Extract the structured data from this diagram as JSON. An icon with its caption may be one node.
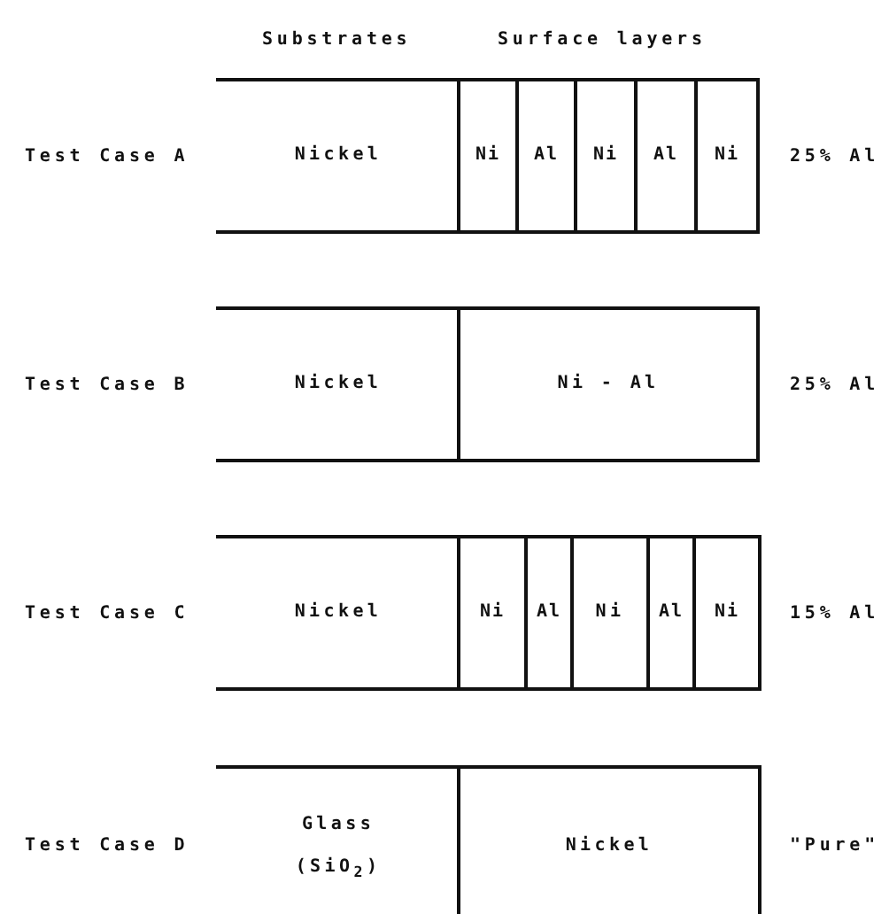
{
  "diagram": {
    "nodes": [
      {
        "text": [
          "Nickel"
        ]
      },
      {
        "text": [
          "Ni"
        ]
      },
      {
        "text": [
          "Al"
        ]
      },
      {
        "text": [
          "Ni"
        ]
      },
      {
        "text": [
          "Al"
        ]
      },
      {
        "text": [
          "Ni"
        ]
      },
      {
        "text": [
          "Nickel"
        ]
      },
      {
        "text": [
          "Ni - Al"
        ]
      },
      {
        "text": [
          "Nickel"
        ]
      },
      {
        "text": [
          "Ni"
        ]
      },
      {
        "text": [
          "Al"
        ]
      },
      {
        "text": [
          "Ni"
        ]
      },
      {
        "text": [
          "Al"
        ]
      },
      {
        "text": [
          "Ni"
        ]
      },
      {
        "text": [
          "Glass (SiO$_{2}$)"
        ]
      },
      {
        "text": [
          "Nickel"
        ]
      }
    ],
    "labels": [
      "Substrates",
      "Surface layers",
      "Test Case A",
      "25% Al",
      "Test Case B",
      "25% Al",
      "Test Case C",
      "15% Al",
      "Test Case D",
      "\"Pure\""
    ]
  }
}
